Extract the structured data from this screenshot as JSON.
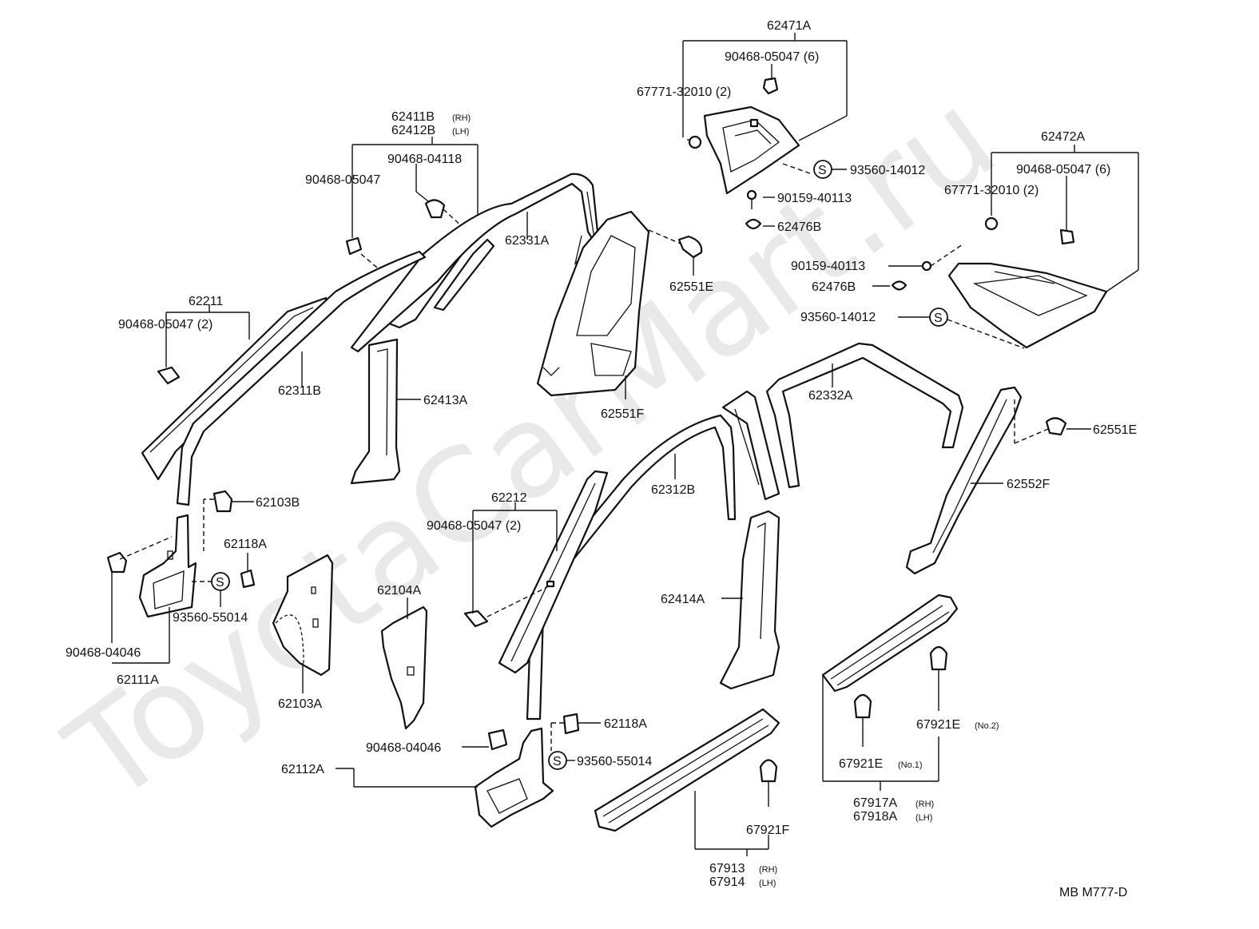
{
  "watermark": "ToyotaCarMart.ru",
  "diagram_code": "MB M777-D",
  "callouts": {
    "c62471A": "62471A",
    "c90468_05047_6a": "90468-05047 (6)",
    "c67771_32010_2a": "67771-32010 (2)",
    "c93560_14012a": "93560-14012",
    "c90159_40113a": "90159-40113",
    "c62476Ba": "62476B",
    "c62472A": "62472A",
    "c90468_05047_6b": "90468-05047 (6)",
    "c67771_32010_2b": "67771-32010 (2)",
    "c90159_40113b": "90159-40113",
    "c62476Bb": "62476B",
    "c93560_14012b": "93560-14012",
    "c62411B": "62411B",
    "c62411B_sub": "(RH)",
    "c62412B": "62412B",
    "c62412B_sub": "(LH)",
    "c90468_04118": "90468-04118",
    "c90468_05047a": "90468-05047",
    "c62331A": "62331A",
    "c62551Ea": "62551E",
    "c62551F": "62551F",
    "c62211": "62211",
    "c90468_05047_2a": "90468-05047 (2)",
    "c62311B": "62311B",
    "c62413A": "62413A",
    "c62332A": "62332A",
    "c62551Eb": "62551E",
    "c62552F": "62552F",
    "c62312B": "62312B",
    "c62103B": "62103B",
    "c62118Aa": "62118A",
    "c93560_55014a": "93560-55014",
    "c90468_04046a": "90468-04046",
    "c62111A": "62111A",
    "c62103A": "62103A",
    "c62104A": "62104A",
    "c62212": "62212",
    "c90468_05047_2b": "90468-05047 (2)",
    "c62414A": "62414A",
    "c62118Ab": "62118A",
    "c90468_04046b": "90468-04046",
    "c93560_55014b": "93560-55014",
    "c62112A": "62112A",
    "c67921F": "67921F",
    "c67913": "67913",
    "c67913_sub": "(RH)",
    "c67914": "67914",
    "c67914_sub": "(LH)",
    "c67921E_no2": "67921E",
    "c67921E_no2_sub": "(No.2)",
    "c67921E_no1": "67921E",
    "c67921E_no1_sub": "(No.1)",
    "c67917A": "67917A",
    "c67917A_sub": "(RH)",
    "c67918A": "67918A",
    "c67918A_sub": "(LH)"
  },
  "sealer_symbol": "S"
}
